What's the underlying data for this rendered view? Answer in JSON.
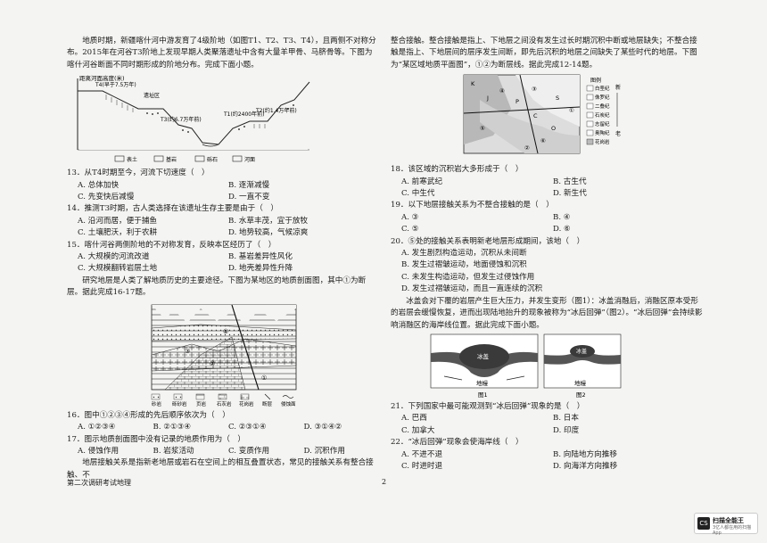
{
  "left": {
    "intro1": "地质时期，新疆喀什河中游发育了4级阶地（如图T1、T2、T3、T4），且两侧不对称分布。2015年在河谷T3阶地上发现早期人类聚落遗址中含有大量羊甲骨、马脐骨等。下图为喀什河谷断面不同时期形成的阶地分布。完成下面小题。",
    "fig1": {
      "ylabel": "距离河面高度(米)",
      "t4": "T4(早于7.5万年)",
      "site": "遗址区",
      "t3": "T3(约6.7万年前)",
      "t1": "T1(约2400年前)",
      "t2": "T2(约1.4万年前)",
      "leg_soil": "表土",
      "leg_gravel": "基岩",
      "leg_pebble": "砾石",
      "leg_river": "河面"
    },
    "q13": "13．从T4时期至今，河流下切速度（　）",
    "q13_opts": [
      "A. 总体加快",
      "B. 逐渐减慢",
      "C. 先变快后减慢",
      "D. 一直不变"
    ],
    "q14": "14．推测T3时期，古人类选择在该遗址生存主要是由于（　）",
    "q14_opts": [
      "A. 沿河而居，便于捕鱼",
      "B. 水草丰茂，宜于放牧",
      "C. 土壤肥沃，利于农耕",
      "D. 地势较高，气候凉爽"
    ],
    "q15": "15．喀什河谷两侧阶地的不对称发育，反映本区经历了（　）",
    "q15_opts": [
      "A. 大规模的河流改道",
      "B. 基岩差异性风化",
      "C. 大规模翻转岩层土地",
      "D. 地壳差异性升降"
    ],
    "intro2": "研究地层是人类了解地质历史的主要途径。下图为某地区的地质剖面图，其中①为断层。据此完成16-17题。",
    "fig2": {
      "legend": [
        "砂岩",
        "砾砂岩",
        "页岩",
        "石灰岩",
        "花岗岩",
        "断层",
        "侵蚀面"
      ]
    },
    "q16": "16．图中①②③④形成的先后顺序依次为（　）",
    "q16_opts": [
      "A. ①②③④",
      "B. ②①③④",
      "C. ②③①④",
      "D. ③①④②"
    ],
    "q17": "17．图示地质剖面图中没有记录的地质作用为（　）",
    "q17_opts": [
      "A. 侵蚀作用",
      "B. 岩浆活动",
      "C. 变质作用",
      "D. 沉积作用"
    ],
    "intro3": "地层接触关系是指新老地层或岩石在空间上的相互叠置状态，常见的接触关系有整合接触、不"
  },
  "right": {
    "intro3b": "整合接触。整合接触是指上、下地层之间没有发生过长时期沉积中断或地层缺失；不整合接触是指上、下地层间的层序发生间断，即先后沉积的地层之间缺失了某些时代的地层。下图为“某区域地质平面图”，①②为断层线。据此完成12-14题。",
    "fig3": {
      "legend_title": "图例",
      "legend": [
        "白垩纪",
        "侏罗纪",
        "二叠纪",
        "石炭纪",
        "志留纪",
        "奥陶纪",
        "花岗岩"
      ],
      "new_label": "新",
      "old_label": "老"
    },
    "q18": "18．该区域的沉积岩大多形成于（　）",
    "q18_opts": [
      "A. 前寒武纪",
      "B. 古生代",
      "C. 中生代",
      "D. 新生代"
    ],
    "q19": "19．以下地层接触关系为不整合接触的是（　）",
    "q19_opts": [
      "A. ③",
      "B. ④",
      "C. ⑤",
      "D. ⑥"
    ],
    "q20": "20．⑤处的接触关系表明新老地层形成期间，该地（　）",
    "q20_opts": [
      "A. 发生剧烈构造运动，沉积从未间断",
      "B. 发生过褶皱运动，地面侵蚀和沉积",
      "C. 未发生构造运动，但发生过侵蚀作用",
      "D. 发生过褶皱运动，而且一直连续的沉积"
    ],
    "intro4": "冰盖会对下覆的岩层产生巨大压力，并发生变形（图1）：冰盖消融后，消融区原本受形的岩层会缓慢恢复，进而出现陆地抬升的现象被称为“冰后回弹”（图2）。“冰后回弹”会持续影响消融区的海岸线位置。据此完成下面小题。",
    "fig4": {
      "ice1": "冰盖",
      "ice2": "冰盖",
      "mantle1": "地幔",
      "mantle2": "地幔",
      "cap1": "图1",
      "cap2": "图2"
    },
    "q21": "21．下列国家中最可能观测到“冰后回弹”现象的是（　）",
    "q21_opts": [
      "A. 巴西",
      "B. 日本",
      "C. 加拿大",
      "D. 印度"
    ],
    "q22": "22．“冰后回弹”现象会使海岸线（　）",
    "q22_opts": [
      "A. 不进不退",
      "B. 向陆地方向推移",
      "C. 时进时退",
      "D. 向海洋方向推移"
    ]
  },
  "footer": {
    "title": "第二次调研考试地理",
    "page": "2"
  },
  "scanner": {
    "name": "扫描全能王",
    "sub": "3亿人都在用的扫描App"
  }
}
